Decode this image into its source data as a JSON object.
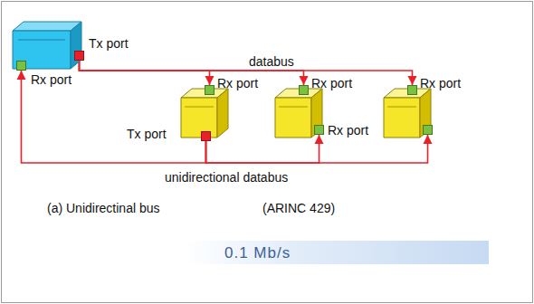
{
  "diagram": {
    "nodes": [
      {
        "text": [
          "Tx port",
          "Rx port"
        ]
      },
      {
        "text": [
          "Rx port",
          "Tx port"
        ]
      },
      {
        "text": [
          "Rx port",
          "Rx port"
        ]
      },
      {
        "text": [
          "Rx port"
        ]
      }
    ],
    "edges": [
      {
        "from": 0,
        "to": 1,
        "arrow": "to"
      },
      {
        "from": 0,
        "to": 2,
        "arrow": "to",
        "label": "databus"
      },
      {
        "from": 0,
        "to": 3,
        "arrow": "to"
      },
      {
        "from": 1,
        "to": 0,
        "arrow": "to"
      },
      {
        "from": 1,
        "to": 2,
        "arrow": "to",
        "label": "unidirectional databus"
      },
      {
        "from": 1,
        "to": 3,
        "arrow": "to"
      }
    ],
    "labels": [
      "(a) Unidirectinal bus",
      "(ARINC 429)",
      "0.1 Mb/s"
    ]
  }
}
